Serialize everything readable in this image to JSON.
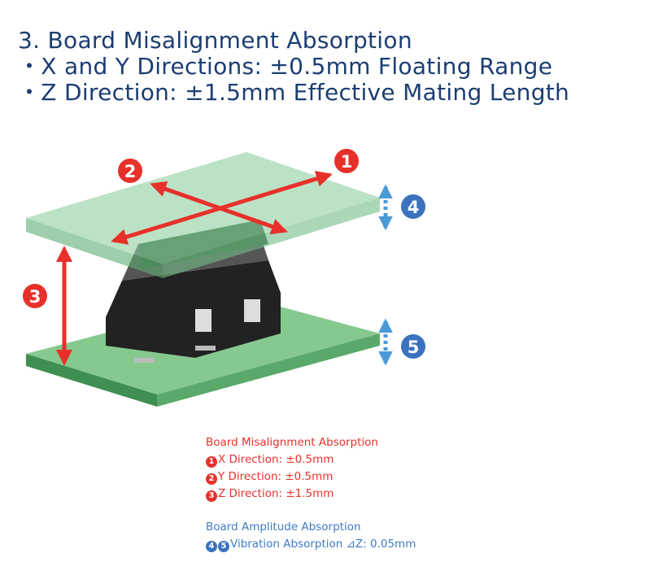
{
  "title": {
    "line1": "3. Board Misalignment Absorption",
    "line2": "・X and Y Directions: ±0.5mm Floating Range",
    "line3": "・Z Direction: ±1.5mm Effective Mating Length"
  },
  "diagram": {
    "markers": [
      "1",
      "2",
      "3",
      "4",
      "5"
    ],
    "colors": {
      "red": "#e8302a",
      "blue": "#3b72bf",
      "board": "#7cc48a"
    }
  },
  "legend": {
    "misalignment_heading": "Board Misalignment Absorption",
    "items": [
      {
        "num": "1",
        "text": "X Direction: ±0.5mm"
      },
      {
        "num": "2",
        "text": "Y Direction: ±0.5mm"
      },
      {
        "num": "3",
        "text": "Z Direction: ±1.5mm"
      }
    ],
    "amplitude_heading": "Board Amplitude Absorption",
    "amplitude_nums": [
      "4",
      "5"
    ],
    "amplitude_text": "Vibration Absorption ⊿Z: 0.05mm"
  }
}
